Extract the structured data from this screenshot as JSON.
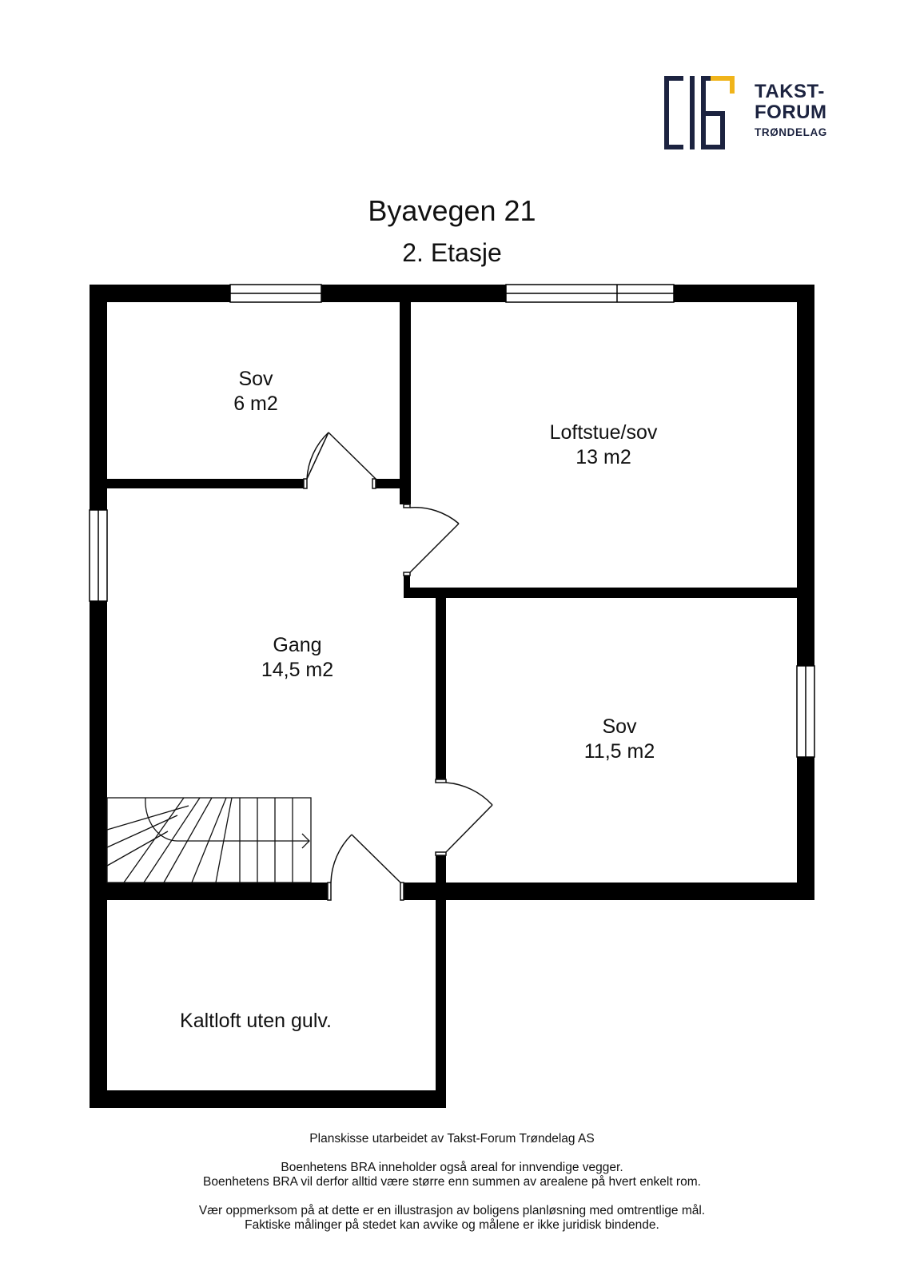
{
  "logo": {
    "line1": "TAKST-",
    "line2": "FORUM",
    "line3": "TRØNDELAG",
    "color_dark": "#1c2340",
    "color_accent": "#f0b41a"
  },
  "header": {
    "title": "Byavegen 21",
    "subtitle": "2. Etasje"
  },
  "rooms": {
    "sov_small": {
      "name": "Sov",
      "area": "6 m2"
    },
    "loftstue": {
      "name": "Loftstue/sov",
      "area": "13 m2"
    },
    "gang": {
      "name": "Gang",
      "area": "14,5 m2"
    },
    "sov_large": {
      "name": "Sov",
      "area": "11,5 m2"
    },
    "kaltloft": {
      "name": "Kaltloft uten gulv."
    }
  },
  "footer": {
    "line1": "Planskisse utarbeidet av Takst-Forum Trøndelag AS",
    "line2": "Boenhetens BRA inneholder også areal for innvendige vegger.",
    "line3": "Boenhetens BRA vil derfor alltid være større enn summen av arealene på hvert enkelt rom.",
    "line4": "Vær oppmerksom på at dette er en illustrasjon av boligens planløsning med omtrentlige mål.",
    "line5": "Faktiske målinger på stedet kan avvike og målene er ikke juridisk bindende."
  },
  "colors": {
    "wall": "#000000",
    "line": "#111111",
    "window": "#ffffff"
  }
}
